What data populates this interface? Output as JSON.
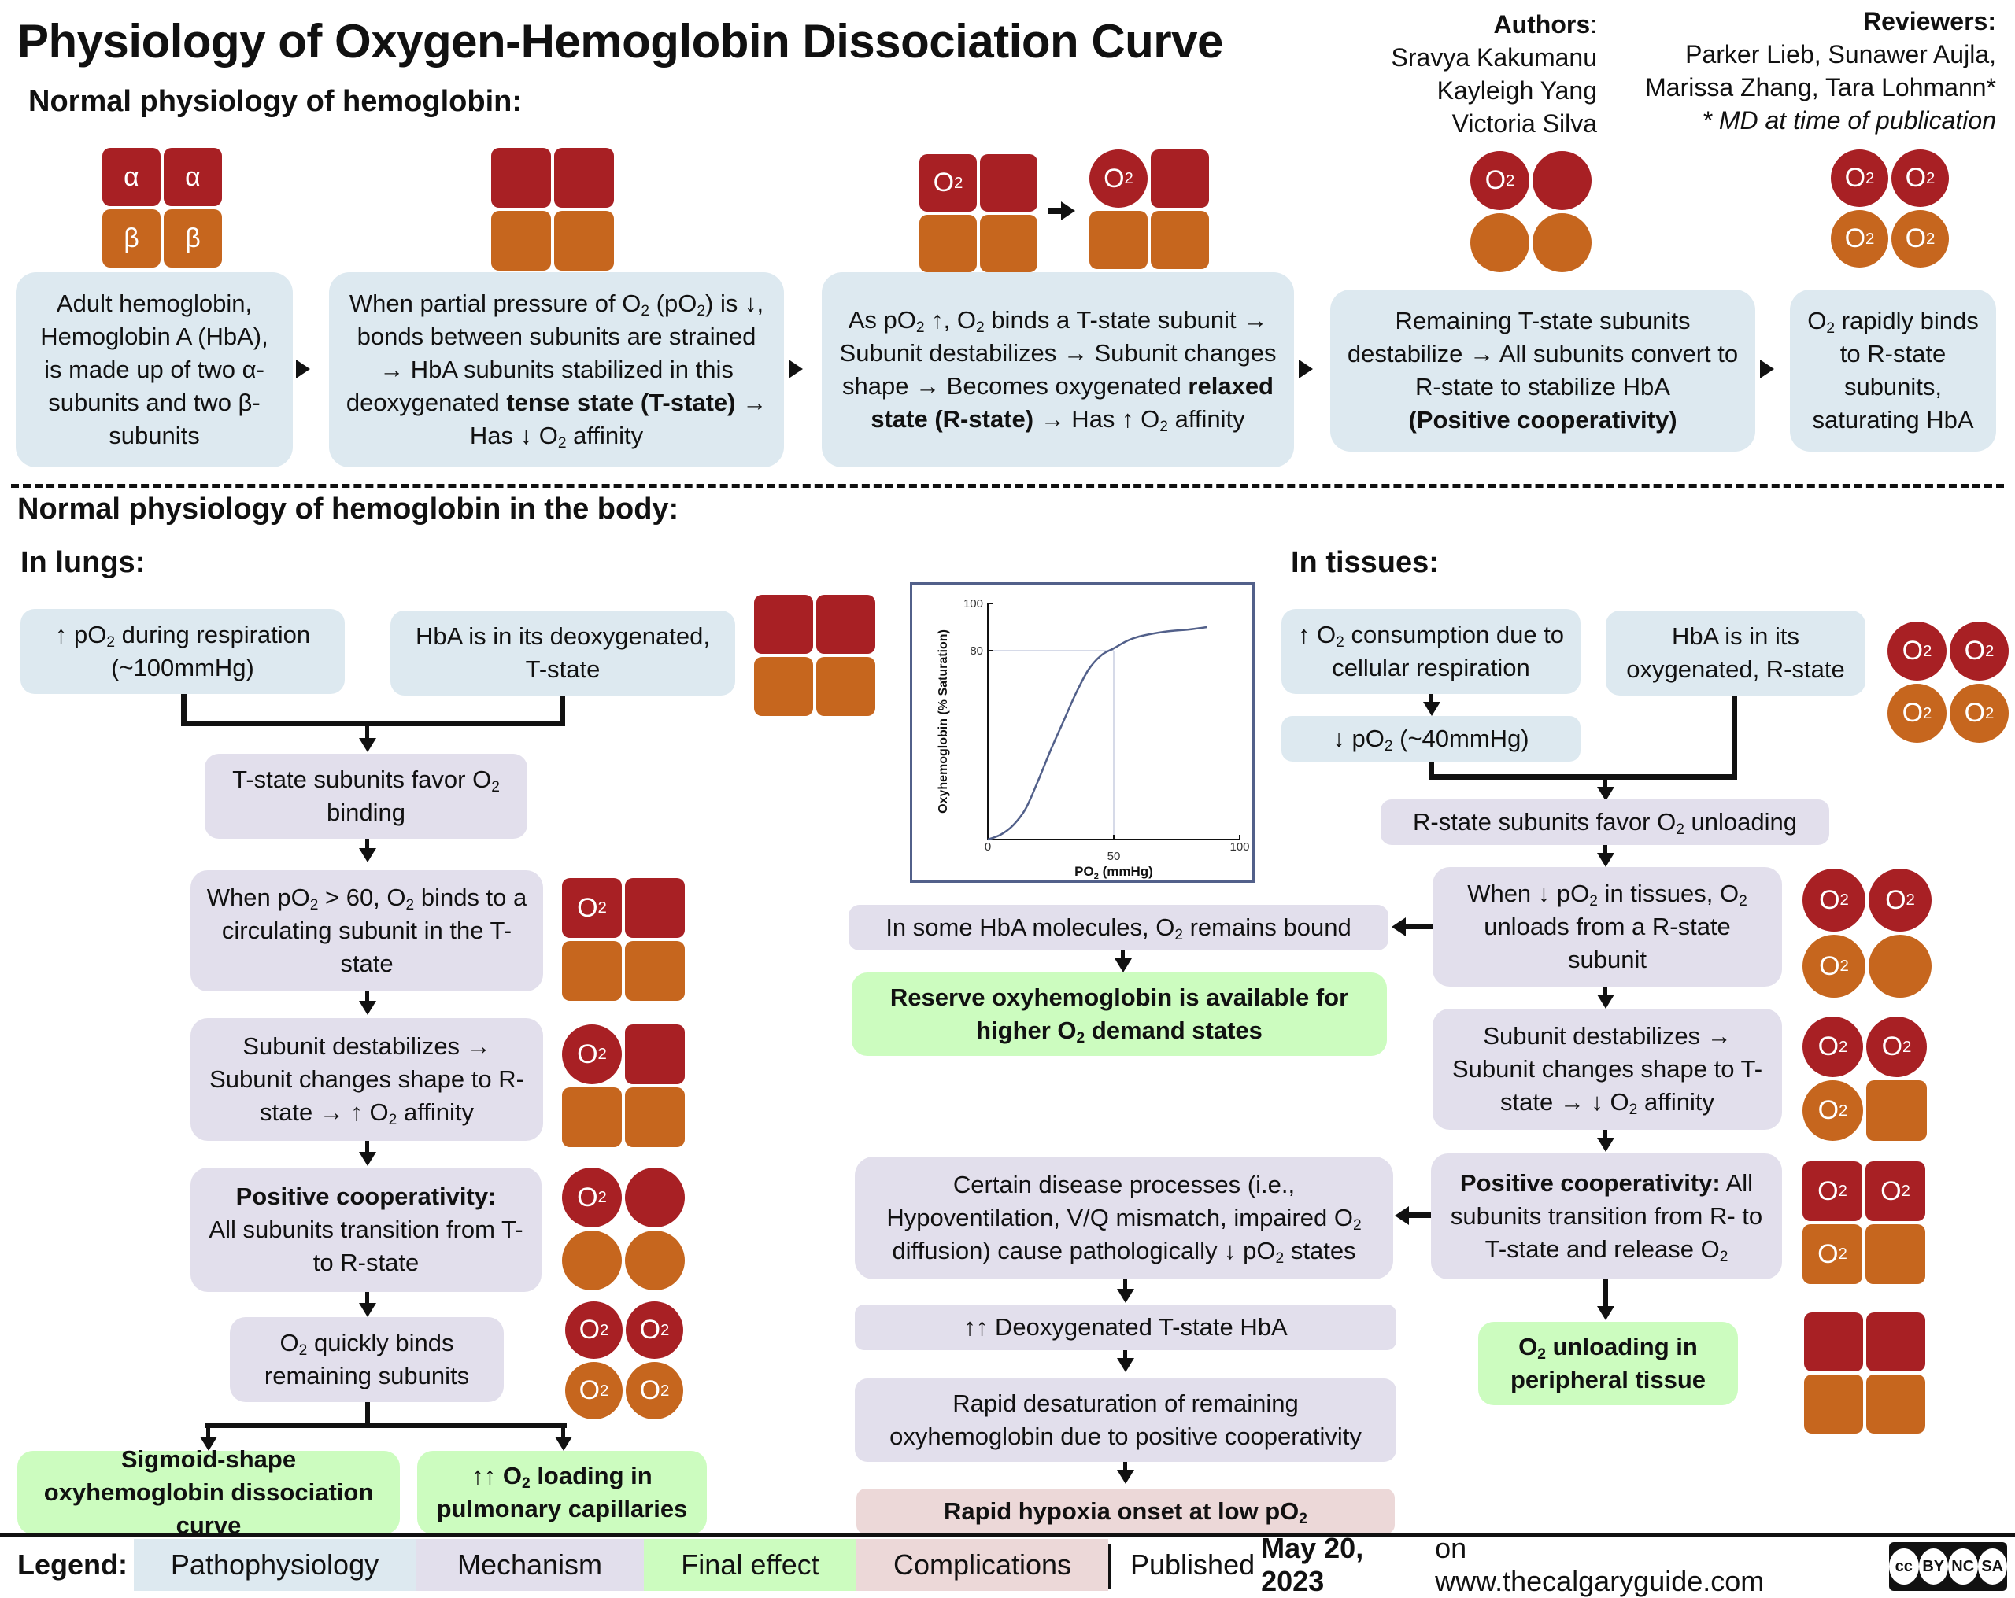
{
  "title": "Physiology of Oxygen-Hemoglobin Dissociation Curve",
  "section1_heading": "Normal physiology of hemoglobin:",
  "section2_heading": "Normal physiology of hemoglobin in the body:",
  "lungs_heading": "In lungs:",
  "tissues_heading": "In tissues:",
  "authors": {
    "label": "Authors",
    "names": [
      "Sravya Kakumanu",
      "Kayleigh Yang",
      "Victoria Silva"
    ]
  },
  "reviewers": {
    "label": "Reviewers:",
    "line1": "Parker Lieb, Sunawer Aujla,",
    "line2": "Marissa Zhang,  Tara Lohmann*",
    "note": "* MD at time of publication"
  },
  "glyph_labels": {
    "alpha": "α",
    "beta": "β",
    "o2": "O",
    "o2_sub": "2"
  },
  "colors": {
    "alpha_red": "#a82024",
    "beta_orange": "#c6661e",
    "pathophysiology": "#dde9f0",
    "mechanism": "#e2dfec",
    "final_effect": "#ccfcbf",
    "complications": "#ecd8d8",
    "curve": "#52608a"
  },
  "top_flow": [
    {
      "id": "adult-hb",
      "text": "Adult hemoglobin, Hemoglobin A (HbA), is made up of two α-subunits and two β-subunits"
    },
    {
      "id": "low-po2",
      "text_parts": [
        "When partial pressure of O",
        "2",
        " (pO",
        "2",
        ") is ↓, bonds between subunits are strained → HbA subunits stabilized in this deoxygenated ",
        "tense state (T-state)",
        " → Has ↓ O",
        "2",
        " affinity"
      ]
    },
    {
      "id": "high-po2",
      "text_parts": [
        "As pO",
        "2",
        " ↑, O",
        "2",
        " binds a T-state subunit → Subunit destabilizes → Subunit changes shape → Becomes oxygenated ",
        "relaxed state (R-state)",
        " → Has ↑ O",
        "2",
        " affinity"
      ]
    },
    {
      "id": "remaining",
      "text_parts": [
        "Remaining T-state subunits destabilize → All subunits convert to R-state to stabilize HbA",
        "(Positive cooperativity)"
      ]
    },
    {
      "id": "rapid-bind",
      "text_parts": [
        "O",
        "2",
        " rapidly binds to R-state subunits, saturating HbA"
      ]
    }
  ],
  "lungs": {
    "inputs": [
      {
        "parts": [
          "↑ pO",
          "2",
          " during respiration (~100mmHg)"
        ]
      },
      {
        "parts": [
          "HbA is in its deoxygenated, T-state"
        ]
      }
    ],
    "steps": [
      {
        "parts": [
          "T-state subunits favor O",
          "2",
          " binding"
        ]
      },
      {
        "parts": [
          "When pO",
          "2",
          " > 60, O",
          "2",
          " binds to a circulating subunit in the T-state"
        ]
      },
      {
        "parts": [
          "Subunit destabilizes → Subunit changes shape to R-state → ↑ O",
          "2",
          " affinity"
        ]
      },
      {
        "bold": "Positive cooperativity:",
        "parts": [
          "All subunits transition from T- to R-state"
        ]
      },
      {
        "parts": [
          "O",
          "2",
          " quickly binds remaining subunits"
        ]
      }
    ],
    "outcomes": [
      {
        "parts": [
          "Sigmoid-shape oxyhemoglobin dissociation curve"
        ]
      },
      {
        "parts": [
          "↑↑ O",
          "2",
          " loading in pulmonary capillaries"
        ]
      }
    ]
  },
  "middle": {
    "bound": {
      "parts": [
        "In some HbA molecules, O",
        "2",
        " remains bound"
      ]
    },
    "reserve": {
      "parts": [
        "Reserve oxyhemoglobin is available for higher O",
        "2",
        " demand states"
      ]
    },
    "disease": {
      "parts": [
        "Certain disease processes (i.e., Hypoventilation, V/Q mismatch, impaired O",
        "2",
        " diffusion) cause pathologically ↓ pO",
        "2",
        " states"
      ]
    },
    "deoxy": {
      "parts": [
        "↑↑ Deoxygenated T-state HbA"
      ]
    },
    "desat": {
      "parts": [
        "Rapid desaturation of remaining oxyhemoglobin due to positive cooperativity"
      ]
    },
    "hypoxia": {
      "parts": [
        "Rapid hypoxia onset at low pO",
        "2",
        ""
      ]
    }
  },
  "tissues": {
    "consumption": {
      "parts": [
        "↑ O",
        "2",
        " consumption due to cellular respiration"
      ]
    },
    "low_po2": {
      "parts": [
        "↓ pO",
        "2",
        " (~40mmHg)"
      ]
    },
    "rstate": {
      "parts": [
        "HbA is in its oxygenated, R-state"
      ]
    },
    "favor": {
      "parts": [
        "R-state subunits favor O",
        "2",
        " unloading"
      ]
    },
    "unloads": {
      "parts": [
        "When ↓  pO",
        "2",
        " in tissues, O",
        "2",
        " unloads from a R-state subunit"
      ]
    },
    "destab": {
      "parts": [
        "Subunit destabilizes → Subunit changes shape to T-state → ↓ O",
        "2",
        " affinity"
      ]
    },
    "coop": {
      "bold": "Positive cooperativity:",
      "parts": [
        " All subunits transition from R- to T-state and release O",
        "2",
        ""
      ]
    },
    "final": {
      "parts": [
        "O",
        "2",
        " unloading in peripheral tissue"
      ]
    }
  },
  "chart_data": {
    "type": "line",
    "title": "",
    "xlabel_parts": [
      "PO",
      "2",
      " (mmHg)"
    ],
    "ylabel": "Oxyhemoglobin (% Saturation)",
    "xlim": [
      0,
      100
    ],
    "ylim": [
      0,
      100
    ],
    "x_ticks": [
      "0",
      "50",
      "100"
    ],
    "y_ticks": [
      "100",
      "80"
    ],
    "reference": {
      "x": 50,
      "y": 80
    },
    "grid": false,
    "series": [
      {
        "name": "Oxygen-hemoglobin dissociation",
        "x": [
          0,
          5,
          10,
          15,
          20,
          25,
          30,
          35,
          40,
          45,
          50,
          55,
          60,
          70,
          80,
          87
        ],
        "y": [
          0,
          2,
          6,
          13,
          25,
          38,
          50,
          62,
          72,
          78,
          81,
          84,
          86,
          88,
          89,
          90
        ]
      }
    ]
  },
  "legend": {
    "label": "Legend:",
    "items": [
      "Pathophysiology",
      "Mechanism",
      "Final effect",
      "Complications"
    ]
  },
  "footer": {
    "published_prefix": "Published ",
    "date": "May 20, 2023",
    "published_suffix": " on www.thecalgaryguide.com",
    "license": [
      "cc",
      "BY",
      "NC",
      "SA"
    ]
  }
}
